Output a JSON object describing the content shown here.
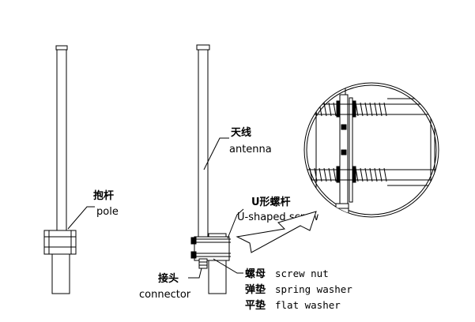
{
  "labels": {
    "pole_cn": "抱杆",
    "pole_en": "pole",
    "antenna_cn": "天线",
    "antenna_en": "antenna",
    "ushaped_cn": "U形螺杆",
    "ushaped_en": "U-shaped screw",
    "connector_cn": "接头",
    "connector_en": "connector",
    "nut_cn": "螺母",
    "nut_en": "screw nut",
    "spring_cn": "弹垫",
    "spring_en": "spring washer",
    "flat_cn": "平垫",
    "flat_en": "flat washer"
  },
  "colors": {
    "line": "#000000",
    "background": "#ffffff"
  }
}
